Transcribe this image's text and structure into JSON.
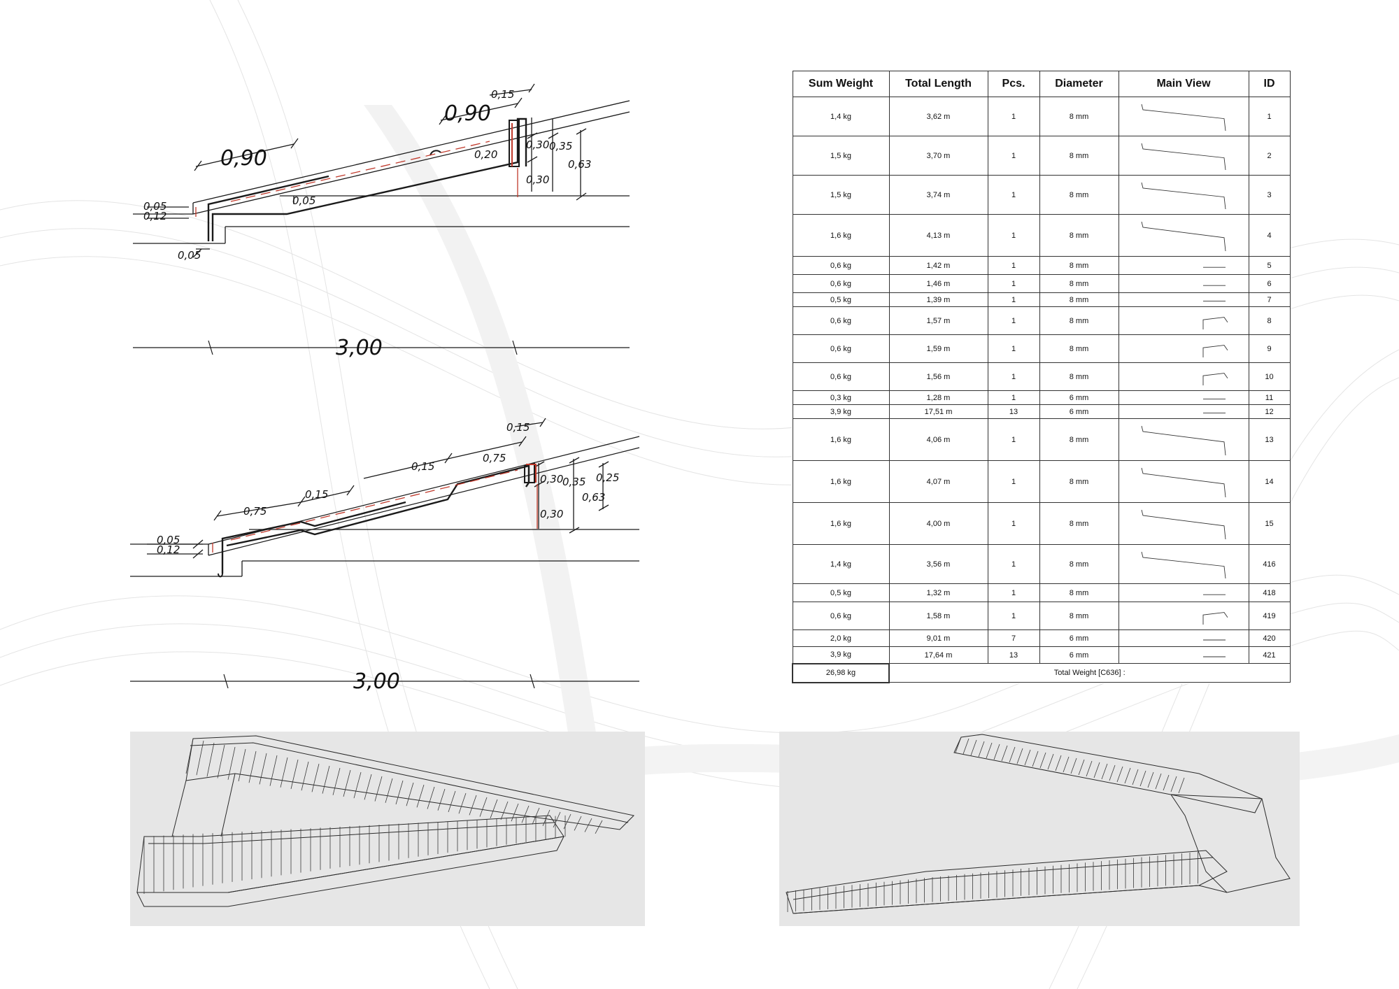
{
  "drawing_top": {
    "dims": [
      "0,15",
      "0,90",
      "0,90",
      "0,30",
      "0,35",
      "0,63",
      "0,20",
      "0,30",
      "0,05",
      "0,05",
      "0,12",
      "0,05"
    ],
    "span": "3,00"
  },
  "drawing_bottom": {
    "dims": [
      "0,15",
      "0,15",
      "0,75",
      "0,30",
      "0,35",
      "0,25",
      "0,63",
      "0,15",
      "0,75",
      "0,30",
      "0,05",
      "0,12"
    ],
    "span": "3,00"
  },
  "schedule": {
    "headers": [
      "Sum Weight",
      "Total Length",
      "Pcs.",
      "Diameter",
      "Main View",
      "ID"
    ],
    "rows": [
      {
        "weight": "1,4 kg",
        "length": "3,62 m",
        "pcs": "1",
        "dia": "8 mm",
        "id": "1"
      },
      {
        "weight": "1,5 kg",
        "length": "3,70 m",
        "pcs": "1",
        "dia": "8 mm",
        "id": "2"
      },
      {
        "weight": "1,5 kg",
        "length": "3,74 m",
        "pcs": "1",
        "dia": "8 mm",
        "id": "3"
      },
      {
        "weight": "1,6 kg",
        "length": "4,13 m",
        "pcs": "1",
        "dia": "8 mm",
        "id": "4"
      },
      {
        "weight": "0,6 kg",
        "length": "1,42 m",
        "pcs": "1",
        "dia": "8 mm",
        "id": "5"
      },
      {
        "weight": "0,6 kg",
        "length": "1,46 m",
        "pcs": "1",
        "dia": "8 mm",
        "id": "6"
      },
      {
        "weight": "0,5 kg",
        "length": "1,39 m",
        "pcs": "1",
        "dia": "8 mm",
        "id": "7"
      },
      {
        "weight": "0,6 kg",
        "length": "1,57 m",
        "pcs": "1",
        "dia": "8 mm",
        "id": "8"
      },
      {
        "weight": "0,6 kg",
        "length": "1,59 m",
        "pcs": "1",
        "dia": "8 mm",
        "id": "9"
      },
      {
        "weight": "0,6 kg",
        "length": "1,56 m",
        "pcs": "1",
        "dia": "8 mm",
        "id": "10"
      },
      {
        "weight": "0,3 kg",
        "length": "1,28 m",
        "pcs": "1",
        "dia": "6 mm",
        "id": "11"
      },
      {
        "weight": "3,9 kg",
        "length": "17,51 m",
        "pcs": "13",
        "dia": "6 mm",
        "id": "12"
      },
      {
        "weight": "1,6 kg",
        "length": "4,06 m",
        "pcs": "1",
        "dia": "8 mm",
        "id": "13"
      },
      {
        "weight": "1,6 kg",
        "length": "4,07 m",
        "pcs": "1",
        "dia": "8 mm",
        "id": "14"
      },
      {
        "weight": "1,6 kg",
        "length": "4,00 m",
        "pcs": "1",
        "dia": "8 mm",
        "id": "15"
      },
      {
        "weight": "1,4 kg",
        "length": "3,56 m",
        "pcs": "1",
        "dia": "8 mm",
        "id": "416"
      },
      {
        "weight": "0,5 kg",
        "length": "1,32 m",
        "pcs": "1",
        "dia": "8 mm",
        "id": "418"
      },
      {
        "weight": "0,6 kg",
        "length": "1,58 m",
        "pcs": "1",
        "dia": "8 mm",
        "id": "419"
      },
      {
        "weight": "2,0 kg",
        "length": "9,01 m",
        "pcs": "7",
        "dia": "6 mm",
        "id": "420"
      },
      {
        "weight": "3,9 kg",
        "length": "17,64 m",
        "pcs": "13",
        "dia": "6 mm",
        "id": "421"
      }
    ],
    "total_weight": "26,98 kg",
    "total_label": "Total Weight [C636] :"
  },
  "colors": {
    "line": "#1a1a1a",
    "red": "#c0392b",
    "panel": "#e6e6e6"
  }
}
